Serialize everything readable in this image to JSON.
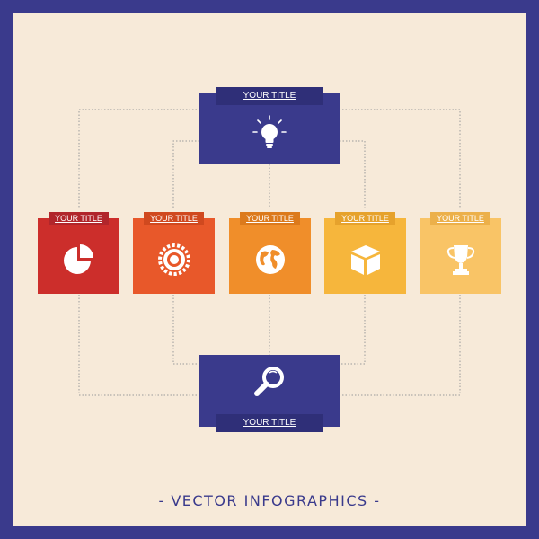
{
  "top_box": {
    "title": "YOUR TITLE",
    "icon": "lightbulb-icon",
    "color": "#3a3a8c",
    "tab_color": "#2f2f78"
  },
  "bottom_box": {
    "title": "YOUR TITLE",
    "icon": "magnifier-icon",
    "color": "#3a3a8c",
    "tab_color": "#2f2f78"
  },
  "items": [
    {
      "title": "YOUR TITLE",
      "icon": "pie-chart-icon",
      "color": "#cc2e2b",
      "tab_color": "#b1262b"
    },
    {
      "title": "YOUR TITLE",
      "icon": "gear-icon",
      "color": "#e8582a",
      "tab_color": "#d0491f"
    },
    {
      "title": "YOUR TITLE",
      "icon": "globe-icon",
      "color": "#f08e2a",
      "tab_color": "#dc7a1c"
    },
    {
      "title": "YOUR TITLE",
      "icon": "box-icon",
      "color": "#f6b63c",
      "tab_color": "#e6a22c"
    },
    {
      "title": "YOUR TITLE",
      "icon": "trophy-icon",
      "color": "#f9c466",
      "tab_color": "#ecb04a"
    }
  ],
  "footer": "- VECTOR INFOGRAPHICS -"
}
